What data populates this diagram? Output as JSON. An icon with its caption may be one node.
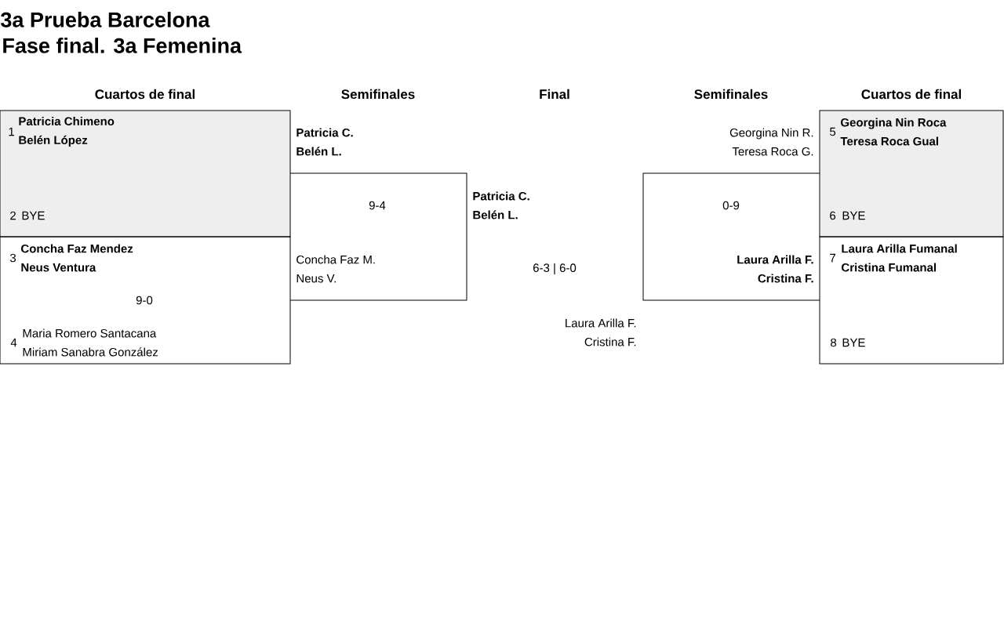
{
  "diagram": {
    "title": "3a Prueba Barcelona",
    "nodes": [
      {
        "text": [
          "1",
          "Patricia Chimeno Belén López",
          "2",
          "BYE"
        ]
      },
      {
        "text": [
          "3",
          "Concha Faz Mendez Neus Ventura",
          "9-0",
          "4",
          "Maria Romero Santacana Miriam Sanabra González"
        ]
      },
      {
        "text": [
          "Patricia C. Belén L.",
          "9-4",
          "Concha Faz M. Neus V."
        ]
      },
      {
        "text": [
          "Georgina Nin R. Teresa Roca G.",
          "0-9",
          "Laura Arilla F. Cristina F."
        ]
      },
      {
        "text": [
          "5",
          "Georgina Nin Roca Teresa Roca Gual",
          "6",
          "BYE"
        ]
      },
      {
        "text": [
          "7",
          "Laura Arilla Fumanal Cristina Fumanal",
          "8",
          "BYE"
        ]
      }
    ],
    "labels": [
      "Fase final. 3a Femenina",
      "Cuartos de final",
      "Semifinales",
      "Final",
      "Semifinales",
      "Cuartos de final",
      "Patricia C. Belén L.",
      "6-3 | 6-0",
      "Laura Arilla F. Cristina F."
    ]
  }
}
